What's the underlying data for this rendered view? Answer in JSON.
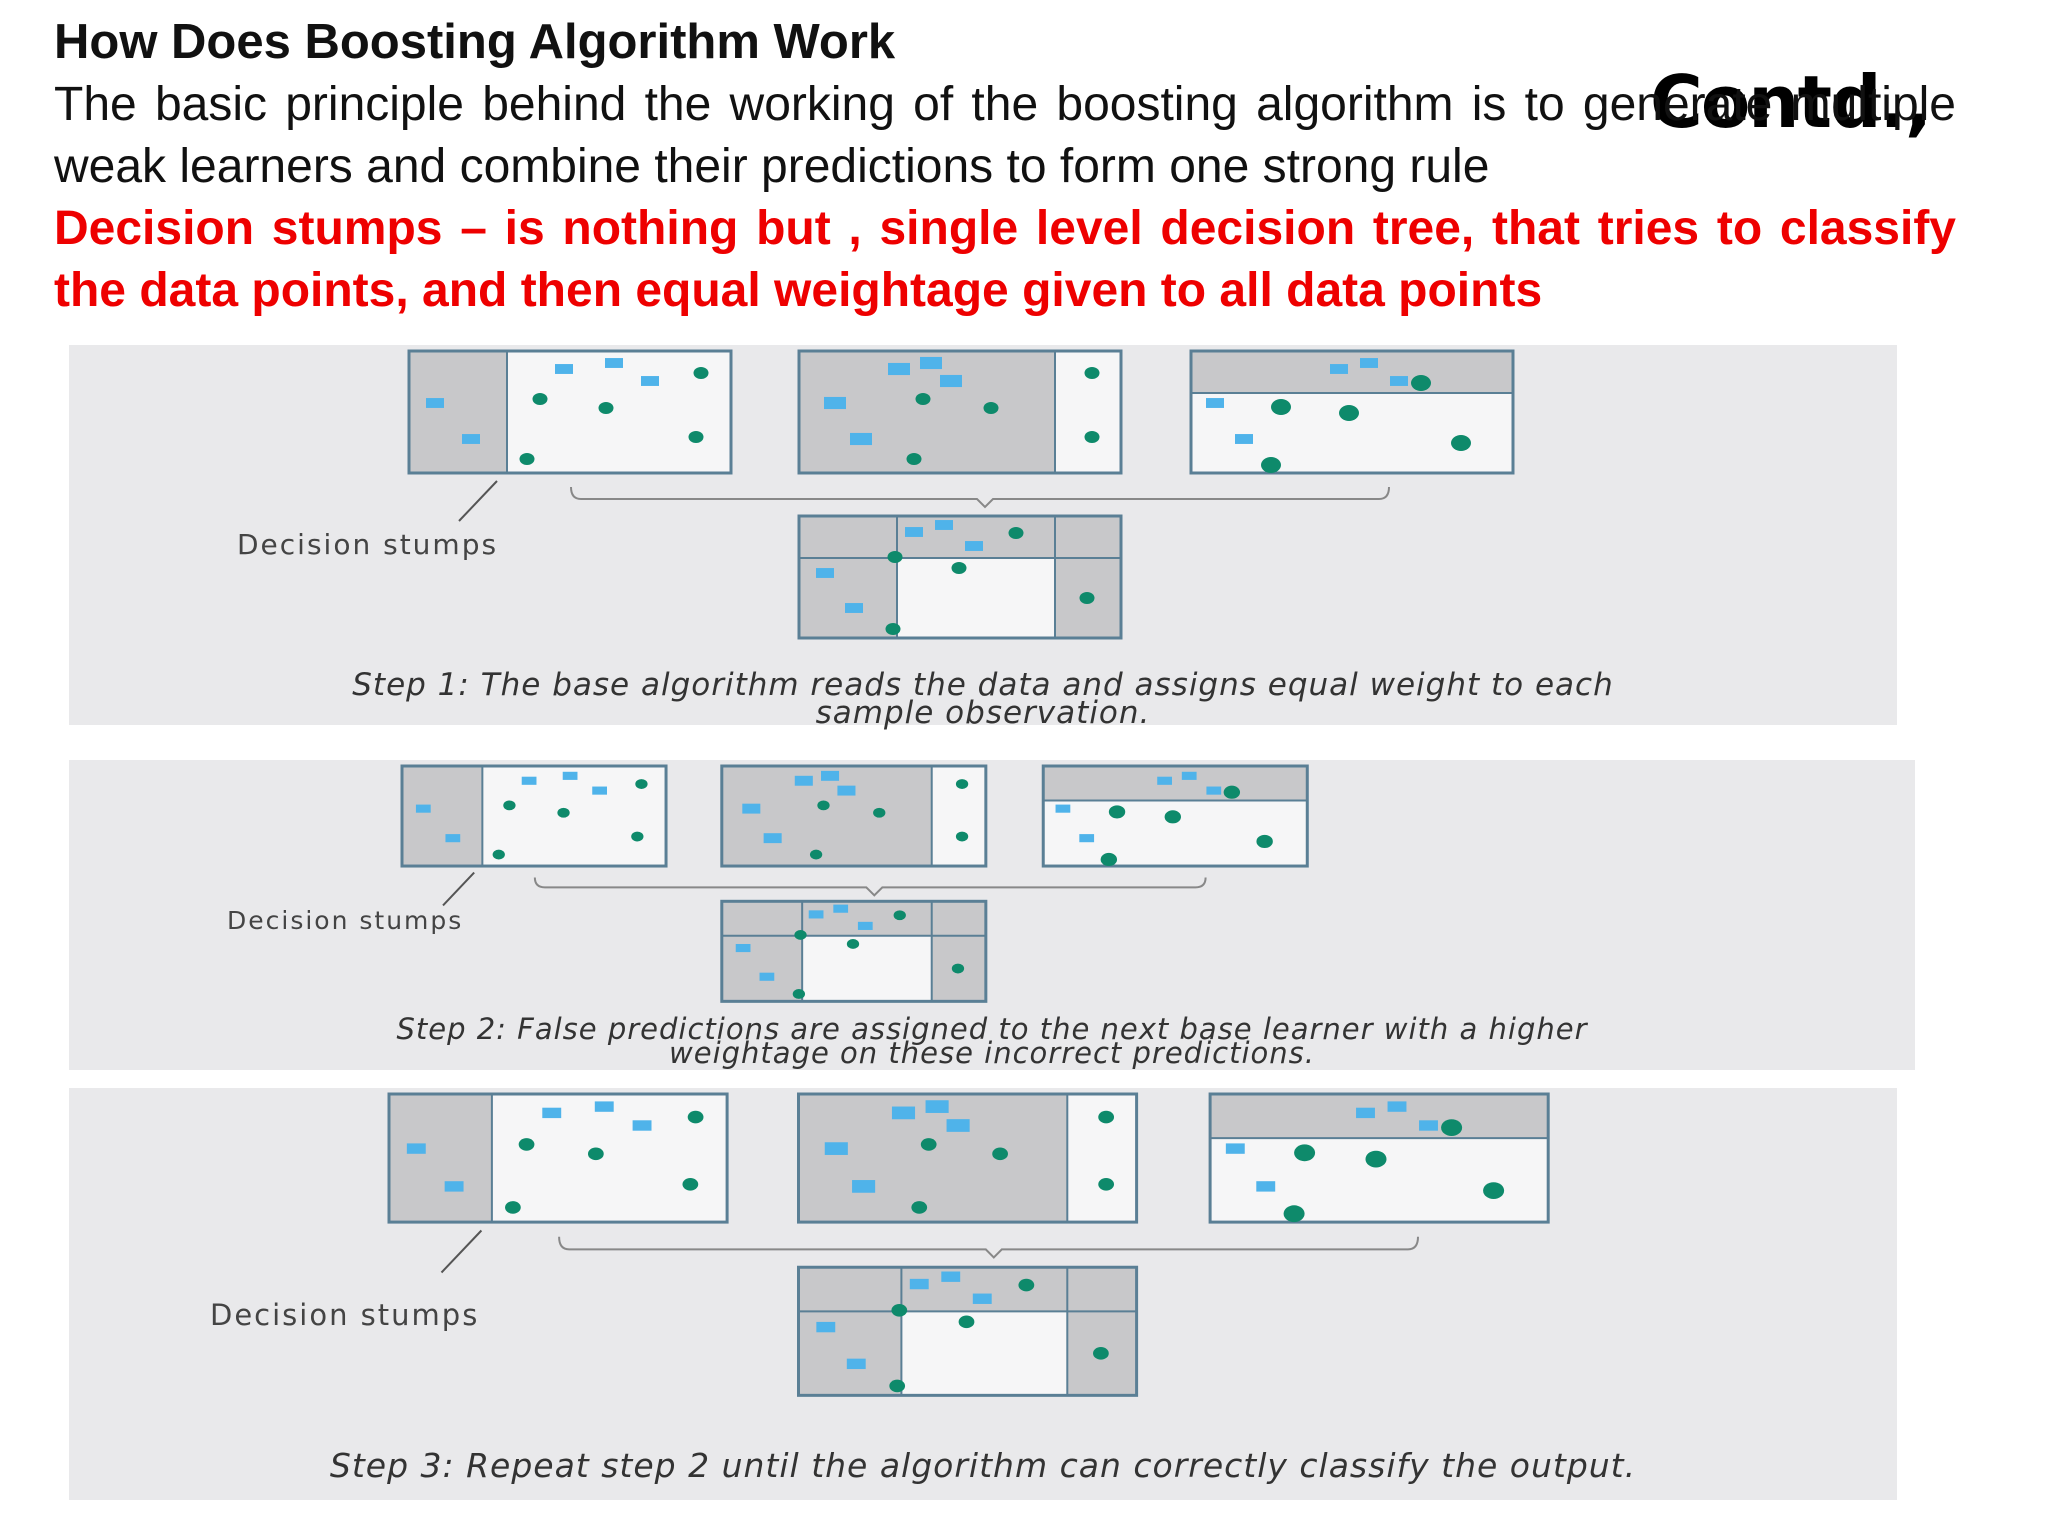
{
  "slide": {
    "title": "How Does Boosting Algorithm Work",
    "contd": "Contd.,",
    "principle": "The basic principle behind the working of the boosting algorithm is to generate multiple weak learners and combine their predictions to form one strong rule",
    "stumps_definition": "Decision stumps – is nothing but , single level decision tree, that tries to classify the data points, and then equal weightage given to all data points"
  },
  "panels": [
    {
      "stump_label": "Decision stumps",
      "caption_line1": "Step 1: The base algorithm reads the data and assigns equal weight to each",
      "caption_line2": "sample observation."
    },
    {
      "stump_label": "Decision stumps",
      "caption_line1": "Step 2: False predictions are assigned to the next base learner with a higher",
      "caption_line2": "weightage on these incorrect predictions."
    },
    {
      "stump_label": "Decision stumps",
      "caption_line1": "Step 3: Repeat step 2 until the algorithm can correctly classify the output.",
      "caption_line2": ""
    }
  ],
  "colors": {
    "square": "#4fb3ea",
    "dot": "#0e8a6b",
    "shade": "#c8c8ca",
    "box_border": "#5a7f95"
  }
}
